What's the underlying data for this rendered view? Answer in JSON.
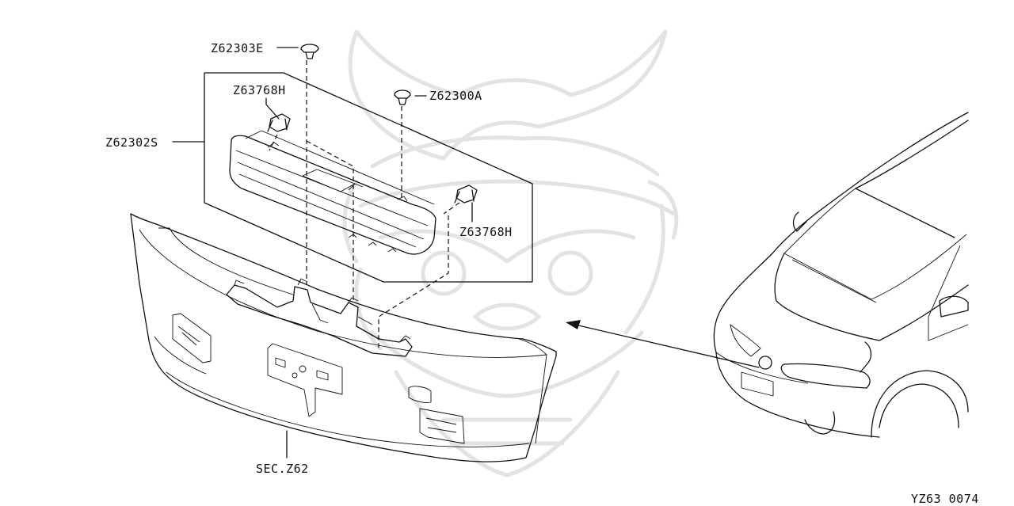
{
  "parts": [
    {
      "id": "clip_top",
      "code": "Z62303E"
    },
    {
      "id": "clip_left",
      "code": "Z63768H"
    },
    {
      "id": "clip_mid",
      "code": "Z62300A"
    },
    {
      "id": "grille",
      "code": "Z62302S"
    },
    {
      "id": "clip_right",
      "code": "Z63768H"
    },
    {
      "id": "bumper",
      "code": "SEC.Z62"
    }
  ],
  "diagram_id": "YZ63 0074",
  "colors": {
    "line": "#111111",
    "watermark": "#e3e3e3",
    "background": "#ffffff"
  },
  "watermark_icon": "samurai-helmet-icon"
}
